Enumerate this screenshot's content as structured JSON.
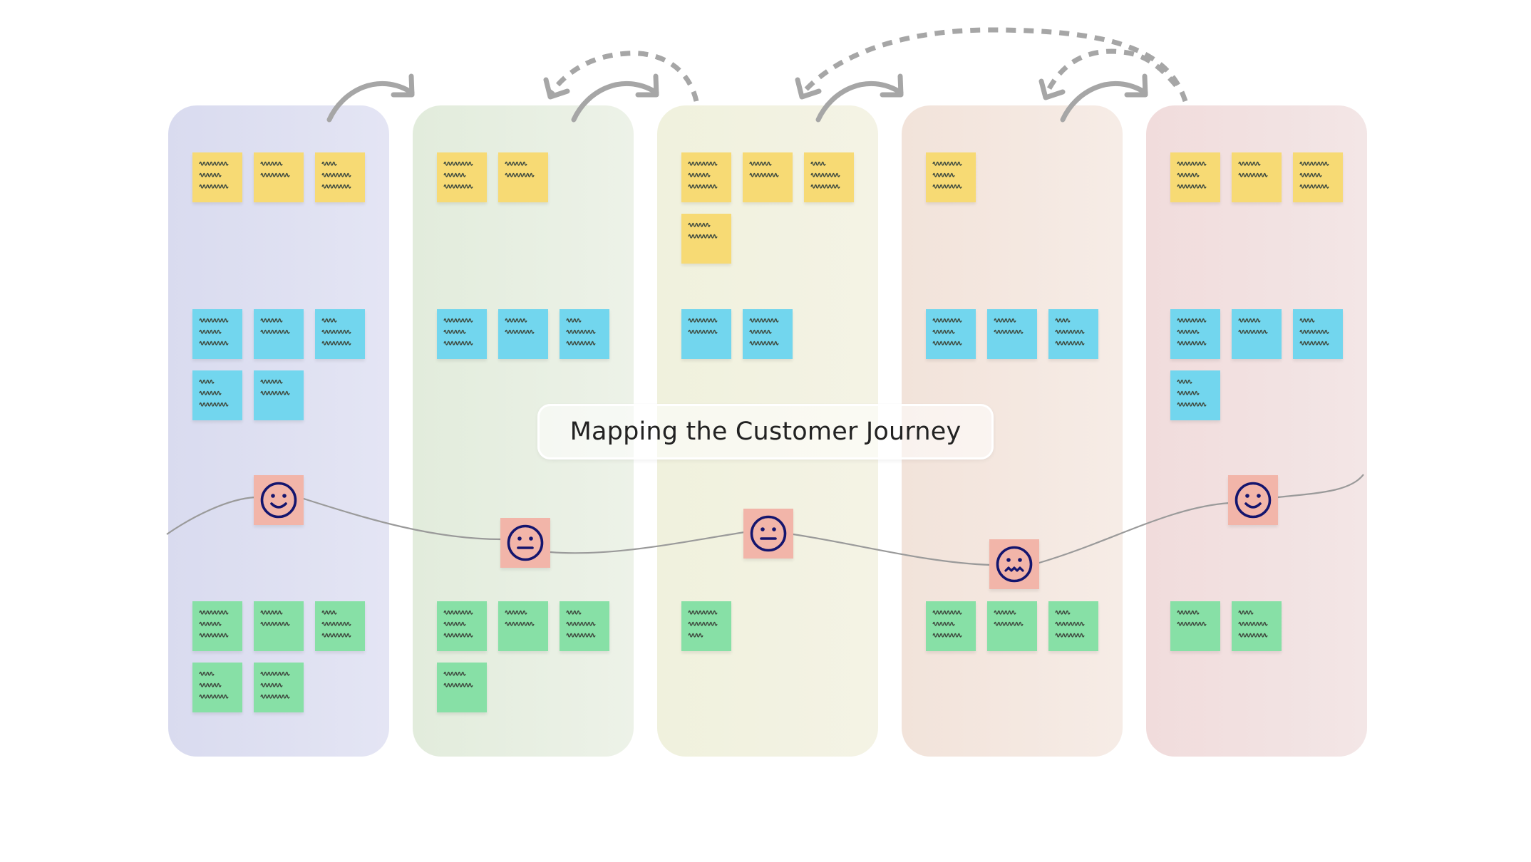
{
  "board": {
    "title": "Mapping the Customer Journey",
    "colors": {
      "sticky_yellow": "#f7da74",
      "sticky_blue": "#72d6ee",
      "sticky_green": "#87e0a6",
      "emotion_sticky": "#f2b5a9",
      "emotion_face": "#14156e",
      "connector": "#a6a6a6",
      "journey_line": "#9a9a9a"
    }
  },
  "stages": [
    {
      "emotion": "happy",
      "yellow": [
        [
          4,
          3,
          4
        ],
        [
          3,
          4
        ],
        [
          2,
          4,
          4
        ]
      ],
      "blue": [
        [
          4,
          3,
          4
        ],
        [
          3,
          4
        ],
        [
          2,
          4,
          4
        ],
        [
          2,
          3,
          4
        ],
        [
          3,
          4
        ]
      ],
      "green": [
        [
          4,
          3,
          4
        ],
        [
          3,
          4
        ],
        [
          2,
          4,
          4
        ],
        [
          2,
          3,
          4
        ],
        [
          4,
          3,
          4
        ]
      ]
    },
    {
      "emotion": "neutral",
      "yellow": [
        [
          4,
          3,
          4
        ],
        [
          3,
          4
        ]
      ],
      "blue": [
        [
          4,
          3,
          4
        ],
        [
          3,
          4
        ],
        [
          2,
          4,
          4
        ]
      ],
      "green": [
        [
          4,
          3,
          4
        ],
        [
          3,
          4
        ],
        [
          2,
          4,
          4
        ],
        [
          3,
          4
        ]
      ]
    },
    {
      "emotion": "neutral",
      "yellow": [
        [
          4,
          3,
          4
        ],
        [
          3,
          4
        ],
        [
          2,
          4,
          4
        ],
        [
          3,
          4
        ]
      ],
      "blue": [
        [
          4,
          4
        ],
        [
          4,
          3,
          4
        ]
      ],
      "green": [
        [
          4,
          4,
          2
        ]
      ]
    },
    {
      "emotion": "anxious",
      "yellow": [
        [
          4,
          3,
          4
        ]
      ],
      "blue": [
        [
          4,
          3,
          4
        ],
        [
          3,
          4
        ],
        [
          2,
          4,
          4
        ]
      ],
      "green": [
        [
          4,
          3,
          4
        ],
        [
          3,
          4
        ],
        [
          2,
          4,
          4
        ]
      ]
    },
    {
      "emotion": "happy",
      "yellow": [
        [
          4,
          3,
          4
        ],
        [
          3,
          4
        ],
        [
          4,
          3,
          4
        ]
      ],
      "blue": [
        [
          4,
          3,
          4
        ],
        [
          3,
          4
        ],
        [
          2,
          4,
          4
        ],
        [
          2,
          3,
          4
        ]
      ],
      "green": [
        [
          3,
          4
        ],
        [
          2,
          4,
          4
        ]
      ]
    }
  ],
  "connectors": {
    "solid_forward": [
      "stage-1-to-2",
      "stage-2-to-3",
      "stage-3-to-4",
      "stage-4-to-5"
    ],
    "dashed_backward": [
      "stage-3-to-2",
      "stage-5-to-3",
      "stage-5-to-4"
    ]
  }
}
